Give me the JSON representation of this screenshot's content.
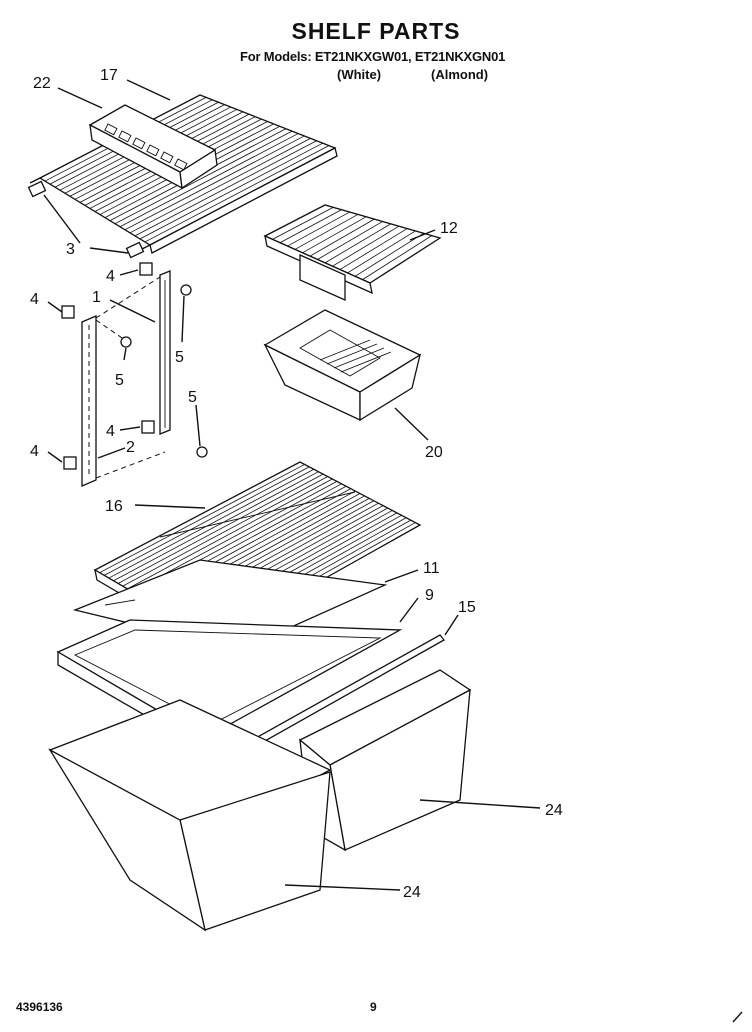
{
  "header": {
    "title": "SHELF PARTS",
    "models": "For Models: ET21NKXGW01, ET21NKXGN01",
    "variant_white": "(White)",
    "variant_almond": "(Almond)"
  },
  "footer": {
    "doc_number": "4396136",
    "page_number": "9"
  },
  "callouts": {
    "c22": "22",
    "c17": "17",
    "c3": "3",
    "c4a": "4",
    "c4b": "4",
    "c4c": "4",
    "c4d": "4",
    "c1": "1",
    "c5a": "5",
    "c5b": "5",
    "c5c": "5",
    "c2": "2",
    "c12": "12",
    "c20": "20",
    "c16": "16",
    "c11": "11",
    "c9": "9",
    "c15": "15",
    "c24a": "24",
    "c24b": "24"
  }
}
